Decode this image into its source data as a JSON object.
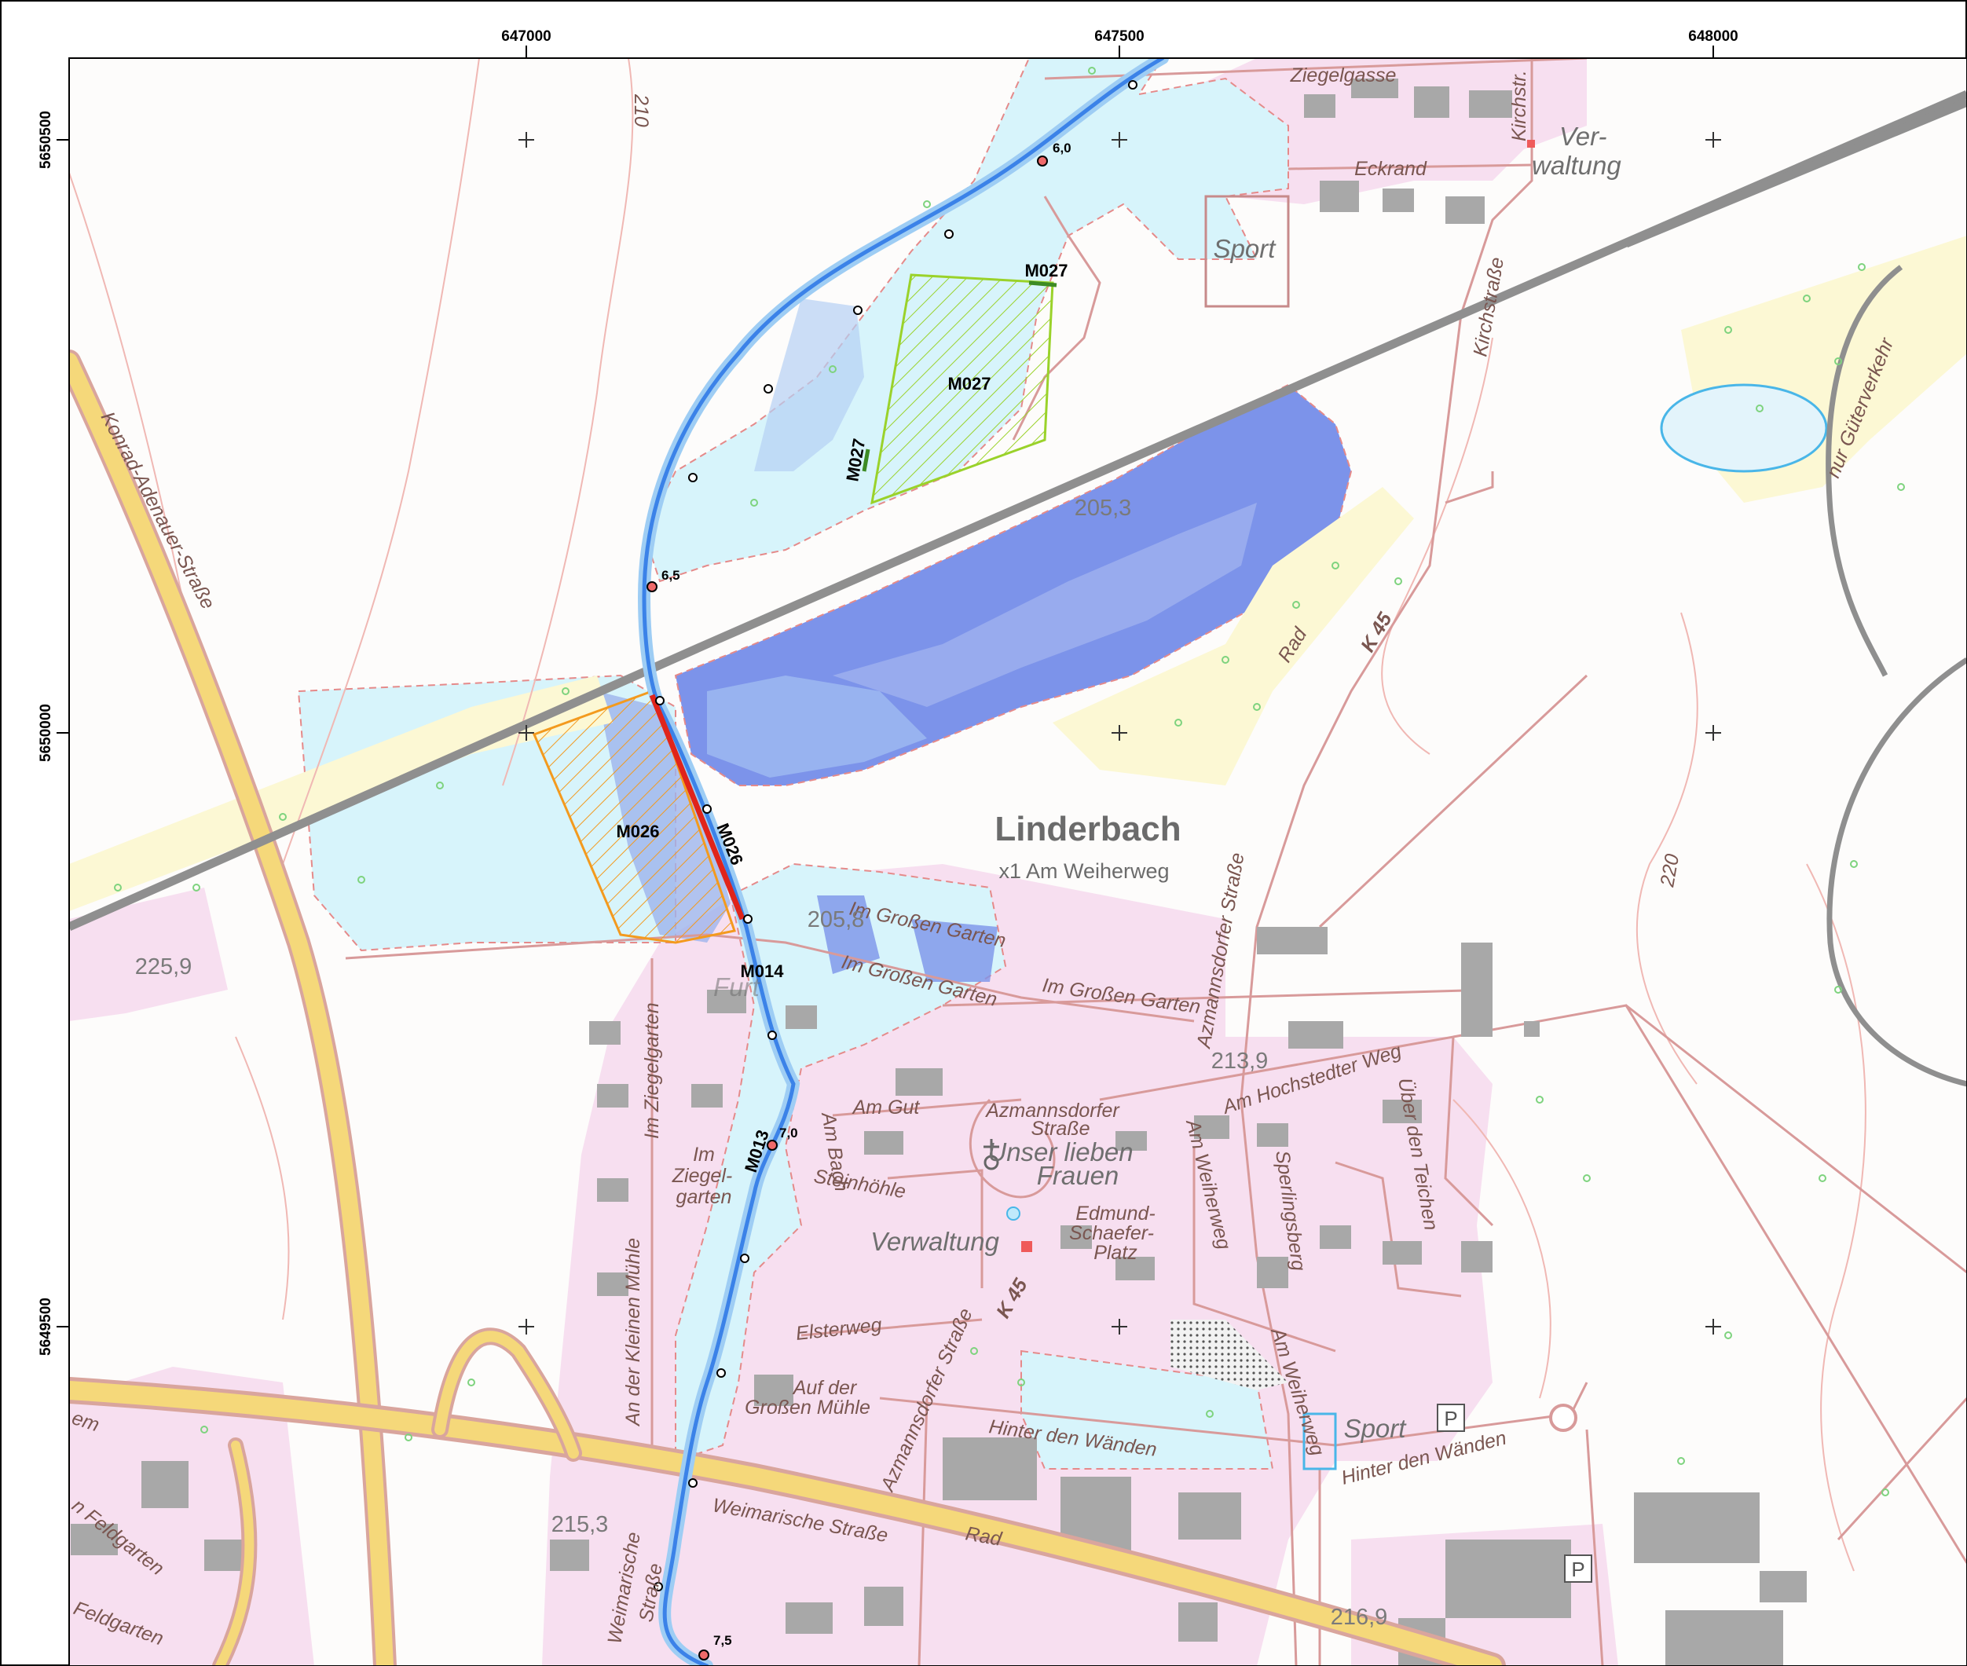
{
  "coords": {
    "x": [
      "647000",
      "647500",
      "648000"
    ],
    "y": [
      "5650500",
      "5650000",
      "5649500"
    ]
  },
  "labels": {
    "town": "Linderbach",
    "town_sub": "x1 Am Weiherweg",
    "sport1": "Sport",
    "sport2": "Sport",
    "verwaltung1a": "Ver-",
    "verwaltung1b": "waltung",
    "verwaltung2": "Verwaltung",
    "unser1": "Unser lieben",
    "unser2": "Frauen",
    "edmund1": "Edmund-",
    "edmund2": "Schaefer-",
    "edmund3": "Platz",
    "grossen_muehle1": "Auf der",
    "grossen_muehle2": "Großen Mühle",
    "ziegelgarten1": "Im",
    "ziegelgarten2": "Ziegel-",
    "ziegelgarten3": "garten",
    "furt": "Furt",
    "feldgarten1": "Feldgarten",
    "feldgarten2": "n Feldgarten",
    "em": "em"
  },
  "streets": {
    "ziegelgasse": "Ziegelgasse",
    "eckrand": "Eckrand",
    "kirchstr": "Kirchstr.",
    "kirchstrasse": "Kirchstraße",
    "konrad": "Konrad-Adenauer-Straße",
    "gueterverkehr": "nur Güterverkehr",
    "rad1": "Rad",
    "rad2": "Rad",
    "k45a": "K 45",
    "k45b": "K 45",
    "azmannsdorfer_v": "Azmannsdorfer Straße",
    "azmannsdorfer_h1": "Azmannsdorfer",
    "azmannsdorfer_h2": "Straße",
    "azmannsdorfer_s": "Azmannsdorfer Straße",
    "im_grossen_garten1": "Im Großen Garten",
    "im_grossen_garten2": "Im Großen Garten",
    "im_grossen_garten3": "Im Großen Garten",
    "am_hochstedter": "Am Hochstedter Weg",
    "ueber_den_teichen": "Über den Teichen",
    "am_weiherweg1": "Am Weiherweg",
    "am_weiherweg2": "Am Weiherweg",
    "sperlingsberg": "Sperlingsberg",
    "am_gut": "Am Gut",
    "am_bach": "Am Bach",
    "steinhoehle": "Steinhöhle",
    "elsterweg": "Elsterweg",
    "hinter_den_waenden1": "Hinter den Wänden",
    "hinter_den_waenden2": "Hinter den Wänden",
    "weimarische": "Weimarische Straße",
    "weimarische_v1": "Weimarische",
    "weimarische_v2": "Straße",
    "im_ziegelgarten": "Im Ziegelgarten",
    "an_der_kleinen_muehle": "An der Kleinen Mühle"
  },
  "elevations": {
    "e1": "205,3",
    "e2": "205,8",
    "e3": "225,9",
    "e4": "213,9",
    "e5": "215,3",
    "e6": "216,9"
  },
  "contours": {
    "c210": "210",
    "c220": "220"
  },
  "measures": {
    "m027a": "M027",
    "m027b": "M027",
    "m027c": "M027",
    "m026a": "M026",
    "m026b": "M026",
    "m014": "M014",
    "m013": "M013"
  },
  "stations": {
    "s60": "6,0",
    "s65": "6,5",
    "s70": "7,0",
    "s75": "7,5"
  },
  "symbols": {
    "parking": "P"
  },
  "colors": {
    "flood_deep": "#6f86e6",
    "flood_light": "#d6f3fb",
    "river": "#3b82e8",
    "measure_m026": "#f39a1e",
    "measure_m027": "#9ad22a",
    "measure_line": "#e0241b",
    "settlement": "#f7dff0",
    "road_major": "#f5d87a",
    "rail": "#8f8f8f"
  }
}
